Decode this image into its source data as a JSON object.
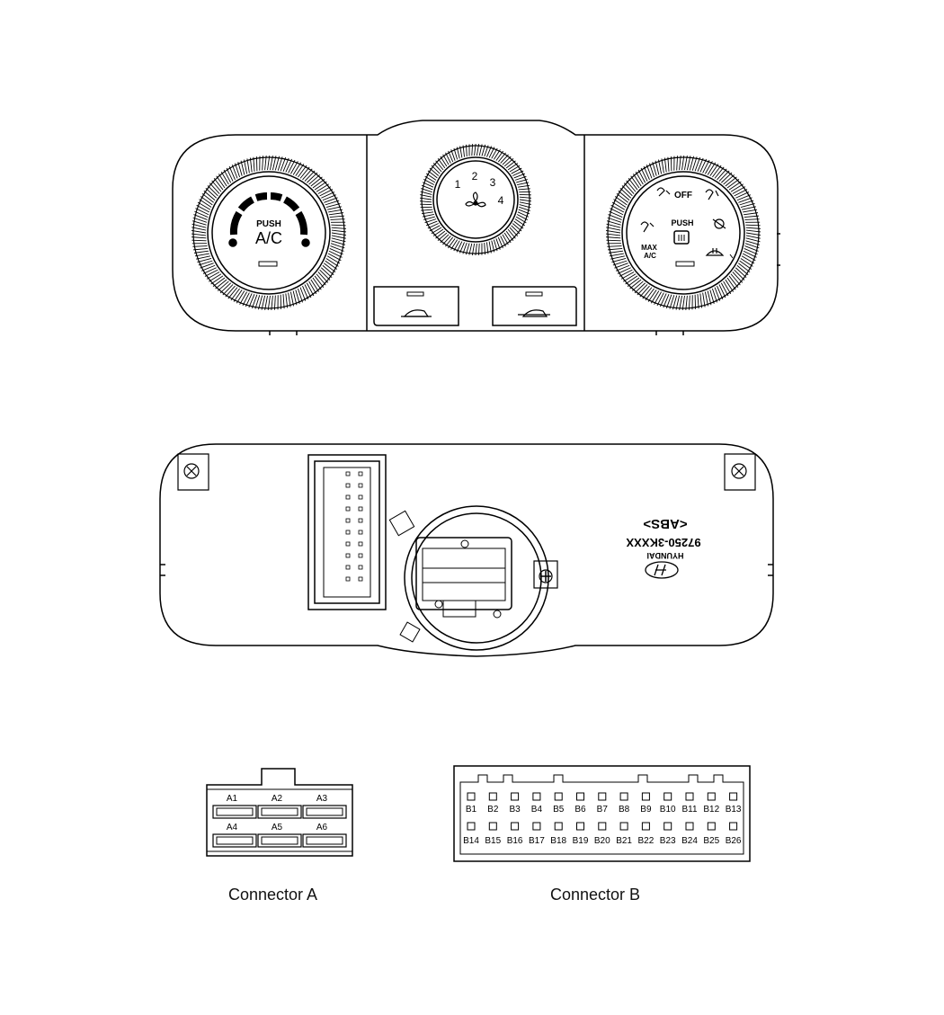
{
  "front_panel": {
    "left_knob": {
      "push_label": "PUSH",
      "ac_label": "A/C"
    },
    "center_knob": {
      "fan_speeds": [
        "1",
        "2",
        "3",
        "4"
      ]
    },
    "right_knob": {
      "off_label": "OFF",
      "push_label": "PUSH",
      "max_label": "MAX",
      "ac_label": "A/C"
    }
  },
  "rear_panel": {
    "marking_1": "<ABS>",
    "marking_2": "97250-3KXXX",
    "marking_3": "HYUNDAI"
  },
  "connector_a": {
    "caption": "Connector A",
    "pins": [
      "A1",
      "A2",
      "A3",
      "A4",
      "A5",
      "A6"
    ]
  },
  "connector_b": {
    "caption": "Connector B",
    "pins": [
      "B1",
      "B2",
      "B3",
      "B4",
      "B5",
      "B6",
      "B7",
      "B8",
      "B9",
      "B10",
      "B11",
      "B12",
      "B13",
      "B14",
      "B15",
      "B16",
      "B17",
      "B18",
      "B19",
      "B20",
      "B21",
      "B22",
      "B23",
      "B24",
      "B25",
      "B26"
    ]
  }
}
